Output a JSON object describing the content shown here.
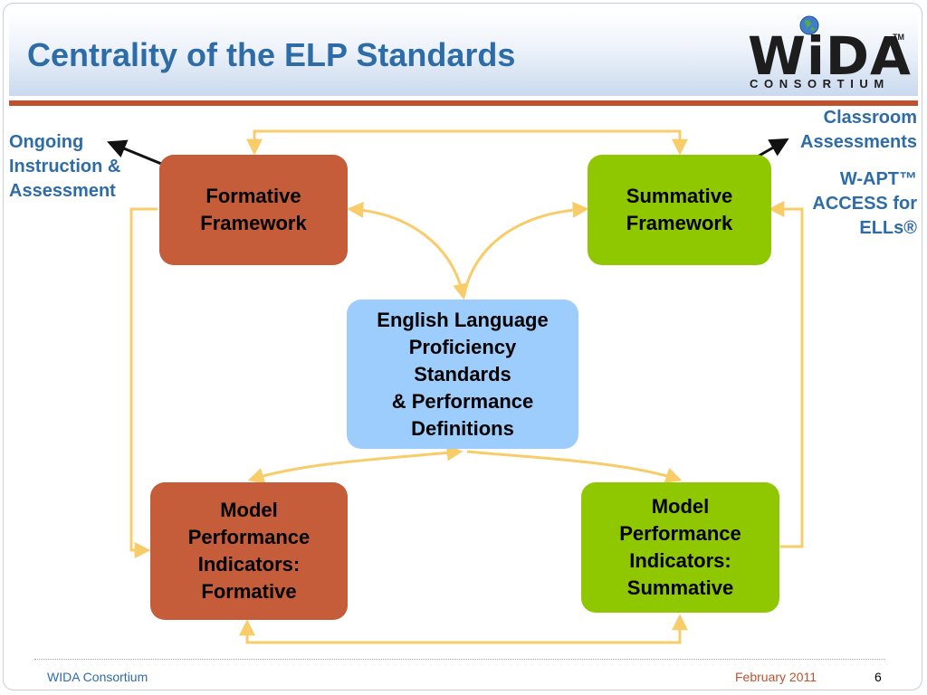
{
  "header": {
    "title": "Centrality of the ELP Standards"
  },
  "logo": {
    "name": "WiDA",
    "trademark": "TM",
    "subtitle": "CONSORTIUM"
  },
  "boxes": {
    "formative_framework": "Formative\nFramework",
    "summative_framework": "Summative\nFramework",
    "elp_standards": "English Language\nProficiency\nStandards\n& Performance\nDefinitions",
    "mpi_formative": "Model\nPerformance\nIndicators:\nFormative",
    "mpi_summative": "Model\nPerformance\nIndicators:\nSummative"
  },
  "side_labels": {
    "left": "Ongoing\nInstruction &\nAssessment",
    "right_top": "Classroom\nAssessments",
    "right_bottom": "W-APT™\nACCESS for\nELLs®"
  },
  "footer": {
    "org": "WIDA Consortium",
    "date": "February 2011",
    "page": "6"
  },
  "colors": {
    "title": "#2e6ca8",
    "rule": "#c0512d",
    "formative_box": "#c55d3a",
    "summative_box": "#8fc800",
    "standards_box": "#9dcdfc",
    "connector": "#f9cc6a"
  }
}
